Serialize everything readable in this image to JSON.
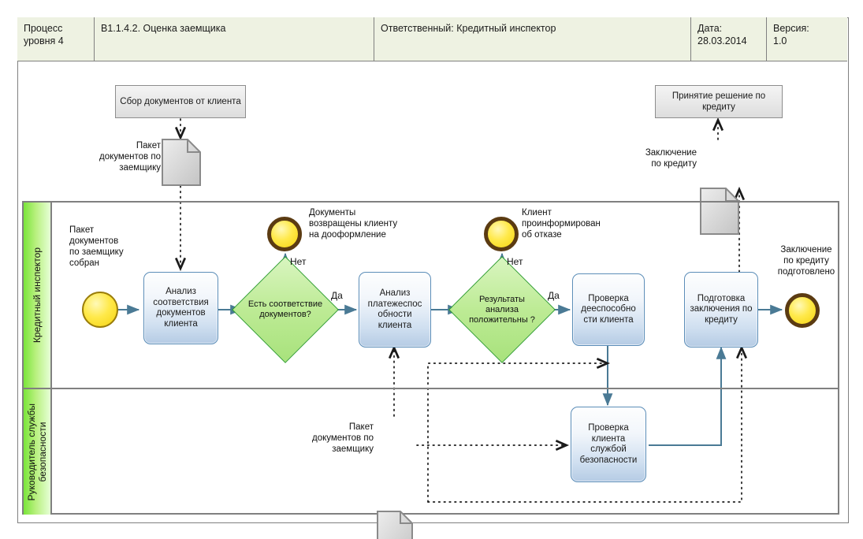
{
  "header": {
    "process_level": "Процесс\nуровня 4",
    "process_name": "B1.1.4.2.  Оценка заемщика",
    "responsible": "Ответственный: Кредитный инспектор",
    "date_label": "Дата:\n28.03.2014",
    "version_label": "Версия:\n1.0"
  },
  "lanes": [
    {
      "name": "Кредитный инспектор"
    },
    {
      "name": "Руководитель службы\nбезопасности"
    }
  ],
  "external": {
    "collect_docs": "Сбор документов от клиента",
    "decision_credit": "Принятие решение по кредиту",
    "doc_package_top": "Пакет\nдокументов по\nзаемщику",
    "doc_conclusion_top": "Заключение\nпо кредиту"
  },
  "events": {
    "start_label": "Пакет\nдокументов\nпо заемщику\nсобран",
    "end_docs_returned": "Документы\nвозвращены клиенту\nна дооформление",
    "end_client_informed": "Клиент\nпроинформирован\nоб отказе",
    "end_conclusion_ready": "Заключение\nпо кредиту\nподготовлено"
  },
  "tasks": {
    "t1": "Анализ соответствия документов клиента",
    "t2": "Анализ платежеспос обности клиента",
    "t3": "Проверка дееспособно сти клиента",
    "t4": "Подготовка заключения по кредиту",
    "t5": "Проверка клиента службой безопасности"
  },
  "gateways": {
    "g1": "Есть соответствие документов?",
    "g2": "Результаты анализа положительны ?"
  },
  "flow_labels": {
    "g1_no": "Нет",
    "g1_yes": "Да",
    "g2_no": "Нет",
    "g2_yes": "Да"
  },
  "artifacts": {
    "doc_package_lane": "Пакет\nдокументов по\nзаемщику"
  },
  "colors": {
    "header_bg": "#eef2e2",
    "lane_green": "#7ae53a",
    "task_blue": "#b5cbe4",
    "task_border": "#5b8db8",
    "gateway_green": "#a8e27c",
    "gateway_border": "#2f9e2f",
    "event_yellow": "#ffe94a",
    "end_ring": "#5b3b12",
    "flow_line": "#4a7a95",
    "frame_gray": "#808080"
  }
}
